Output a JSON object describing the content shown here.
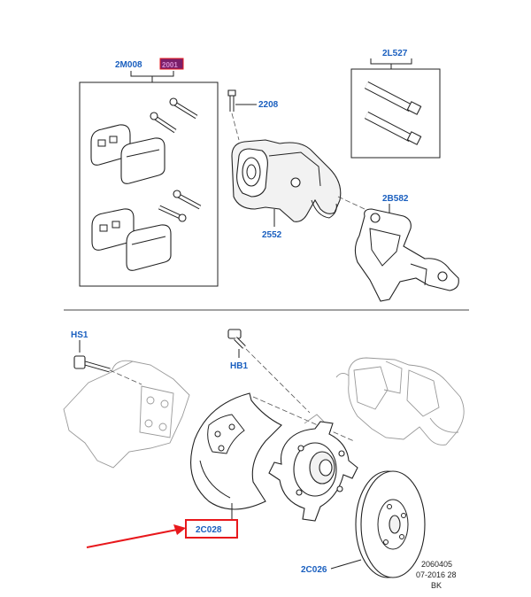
{
  "callouts": {
    "pad_kit": "2M008",
    "pad_kit_alt": "2001",
    "bleed_screw": "2208",
    "caliper": "2552",
    "guide_pin_kit": "2L527",
    "anchor_bracket": "2B582",
    "hub_stud": "HS1",
    "hub_bolt": "HB1",
    "splash_shield": "2C028",
    "brake_disc": "2C026"
  },
  "footer": {
    "ref_number": "2060405",
    "date_code": "07-2016 28",
    "region_code": "BK"
  },
  "colors": {
    "callout_text": "#1a5fbf",
    "highlight_box": "#e8181c",
    "highlight_fill": "#7a1f6a"
  }
}
